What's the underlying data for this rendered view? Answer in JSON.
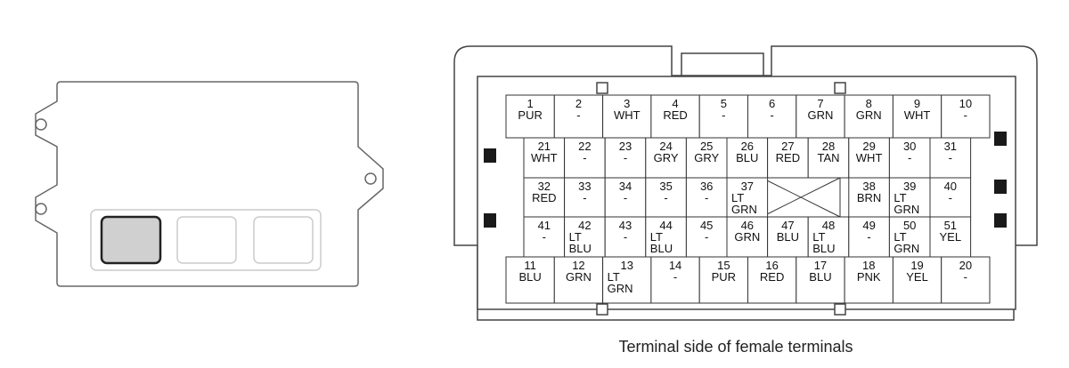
{
  "caption": "Terminal side of female terminals",
  "terminals": [
    {
      "num": "1",
      "wire": [
        "PUR"
      ]
    },
    {
      "num": "2",
      "wire": [
        "-"
      ]
    },
    {
      "num": "3",
      "wire": [
        "WHT"
      ]
    },
    {
      "num": "4",
      "wire": [
        "RED"
      ]
    },
    {
      "num": "5",
      "wire": [
        "-"
      ]
    },
    {
      "num": "6",
      "wire": [
        "-"
      ]
    },
    {
      "num": "7",
      "wire": [
        "GRN"
      ]
    },
    {
      "num": "8",
      "wire": [
        "GRN"
      ]
    },
    {
      "num": "9",
      "wire": [
        "WHT"
      ]
    },
    {
      "num": "10",
      "wire": [
        "-"
      ]
    },
    {
      "num": "21",
      "wire": [
        "WHT"
      ]
    },
    {
      "num": "22",
      "wire": [
        "-"
      ]
    },
    {
      "num": "23",
      "wire": [
        "-"
      ]
    },
    {
      "num": "24",
      "wire": [
        "GRY"
      ]
    },
    {
      "num": "25",
      "wire": [
        "GRY"
      ]
    },
    {
      "num": "26",
      "wire": [
        "BLU"
      ]
    },
    {
      "num": "27",
      "wire": [
        "RED"
      ]
    },
    {
      "num": "28",
      "wire": [
        "TAN"
      ]
    },
    {
      "num": "29",
      "wire": [
        "WHT"
      ]
    },
    {
      "num": "30",
      "wire": [
        "-"
      ]
    },
    {
      "num": "31",
      "wire": [
        "-"
      ]
    },
    {
      "num": "32",
      "wire": [
        "RED"
      ]
    },
    {
      "num": "33",
      "wire": [
        "-"
      ]
    },
    {
      "num": "34",
      "wire": [
        "-"
      ]
    },
    {
      "num": "35",
      "wire": [
        "-"
      ]
    },
    {
      "num": "36",
      "wire": [
        "-"
      ]
    },
    {
      "num": "37",
      "wire": [
        "LT",
        "GRN"
      ]
    },
    {
      "num": "38",
      "wire": [
        "BRN"
      ]
    },
    {
      "num": "39",
      "wire": [
        "LT",
        "GRN"
      ]
    },
    {
      "num": "40",
      "wire": [
        "-"
      ]
    },
    {
      "num": "41",
      "wire": [
        "-"
      ]
    },
    {
      "num": "42",
      "wire": [
        "LT",
        "BLU"
      ]
    },
    {
      "num": "43",
      "wire": [
        "-"
      ]
    },
    {
      "num": "44",
      "wire": [
        "LT",
        "BLU"
      ]
    },
    {
      "num": "45",
      "wire": [
        "-"
      ]
    },
    {
      "num": "46",
      "wire": [
        "GRN"
      ]
    },
    {
      "num": "47",
      "wire": [
        "BLU"
      ]
    },
    {
      "num": "48",
      "wire": [
        "LT",
        "BLU"
      ]
    },
    {
      "num": "49",
      "wire": [
        "-"
      ]
    },
    {
      "num": "50",
      "wire": [
        "LT",
        "GRN"
      ]
    },
    {
      "num": "51",
      "wire": [
        "YEL"
      ]
    },
    {
      "num": "11",
      "wire": [
        "BLU"
      ]
    },
    {
      "num": "12",
      "wire": [
        "GRN"
      ]
    },
    {
      "num": "13",
      "wire": [
        "LT",
        "GRN"
      ]
    },
    {
      "num": "14",
      "wire": [
        "-"
      ]
    },
    {
      "num": "15",
      "wire": [
        "PUR"
      ]
    },
    {
      "num": "16",
      "wire": [
        "RED"
      ]
    },
    {
      "num": "17",
      "wire": [
        "BLU"
      ]
    },
    {
      "num": "18",
      "wire": [
        "PNK"
      ]
    },
    {
      "num": "19",
      "wire": [
        "YEL"
      ]
    },
    {
      "num": "20",
      "wire": [
        "-"
      ]
    }
  ]
}
